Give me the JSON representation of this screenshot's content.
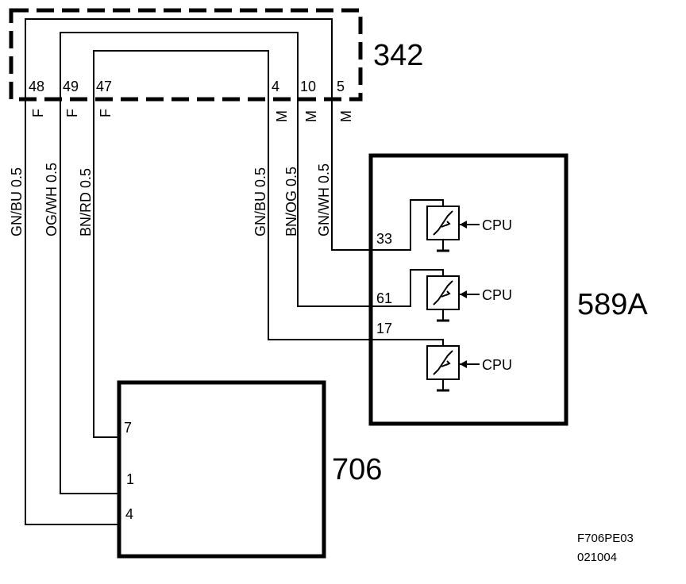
{
  "connector": {
    "id": "342",
    "pins_f": [
      {
        "pin": "48",
        "gender": "F"
      },
      {
        "pin": "49",
        "gender": "F"
      },
      {
        "pin": "47",
        "gender": "F"
      }
    ],
    "pins_m": [
      {
        "pin": "4",
        "gender": "M"
      },
      {
        "pin": "10",
        "gender": "M"
      },
      {
        "pin": "5",
        "gender": "M"
      }
    ]
  },
  "wires_left": [
    {
      "color": "GN/BU",
      "size": "0.5"
    },
    {
      "color": "OG/WH",
      "size": "0.5"
    },
    {
      "color": "BN/RD",
      "size": "0.5"
    }
  ],
  "wires_right": [
    {
      "color": "GN/BU",
      "size": "0.5"
    },
    {
      "color": "BN/OG",
      "size": "0.5"
    },
    {
      "color": "GN/WH",
      "size": "0.5"
    }
  ],
  "module_589a": {
    "id": "589A",
    "pins": [
      "33",
      "61",
      "17"
    ],
    "drivers": [
      "CPU",
      "CPU",
      "CPU"
    ]
  },
  "module_706": {
    "id": "706",
    "pins": [
      "7",
      "1",
      "4"
    ]
  },
  "figure_code": {
    "line1": "F706PE03",
    "line2": "021004"
  }
}
